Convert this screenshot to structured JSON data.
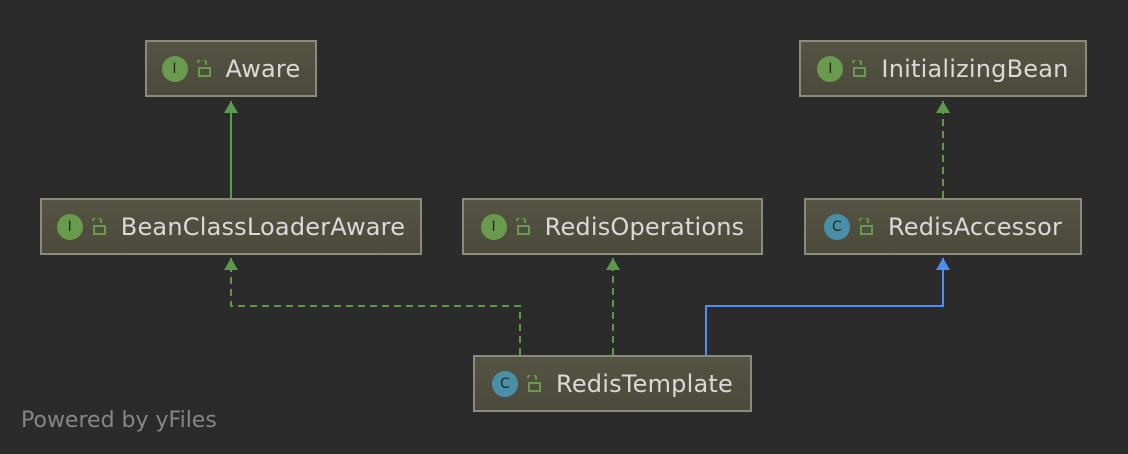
{
  "nodes": [
    {
      "id": "aware",
      "label": "Aware",
      "kind": "I"
    },
    {
      "id": "initializingbean",
      "label": "InitializingBean",
      "kind": "I"
    },
    {
      "id": "beanclassloaderaware",
      "label": "BeanClassLoaderAware",
      "kind": "I"
    },
    {
      "id": "redisoperations",
      "label": "RedisOperations",
      "kind": "I"
    },
    {
      "id": "redisaccessor",
      "label": "RedisAccessor",
      "kind": "C"
    },
    {
      "id": "redistemplate",
      "label": "RedisTemplate",
      "kind": "C"
    }
  ],
  "edges": [
    {
      "from": "beanclassloaderaware",
      "to": "aware",
      "style": "solid",
      "color": "#5a9a4a"
    },
    {
      "from": "redisaccessor",
      "to": "initializingbean",
      "style": "dashed",
      "color": "#5a9a4a"
    },
    {
      "from": "redistemplate",
      "to": "beanclassloaderaware",
      "style": "dashed",
      "color": "#5a9a4a"
    },
    {
      "from": "redistemplate",
      "to": "redisoperations",
      "style": "dashed",
      "color": "#5a9a4a"
    },
    {
      "from": "redistemplate",
      "to": "redisaccessor",
      "style": "solid",
      "color": "#4d8ef0"
    }
  ],
  "footer": "Powered by yFiles"
}
